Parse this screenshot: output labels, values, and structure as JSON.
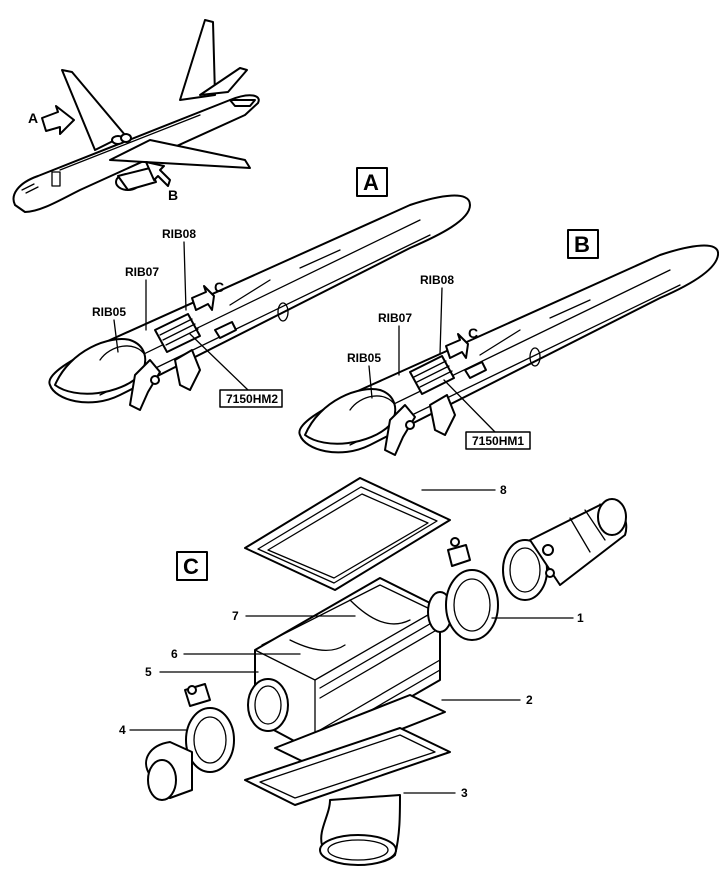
{
  "aircraft_view": {
    "arrow_a_label": "A",
    "arrow_b_label": "B"
  },
  "detail_a": {
    "title": "A",
    "rib05": "RIB05",
    "rib07": "RIB07",
    "rib08": "RIB08",
    "arrow_c": "C",
    "part_ref": "7150HM2"
  },
  "detail_b": {
    "title": "B",
    "rib05": "RIB05",
    "rib07": "RIB07",
    "rib08": "RIB08",
    "arrow_c": "C",
    "part_ref": "7150HM1"
  },
  "detail_c": {
    "title": "C",
    "callouts": [
      "1",
      "2",
      "3",
      "4",
      "5",
      "6",
      "7",
      "8"
    ]
  }
}
